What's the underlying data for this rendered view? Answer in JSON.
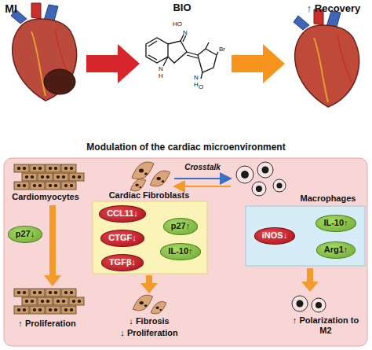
{
  "diagram": {
    "title": "Modulation of the cardiac microenvironment",
    "nodes": [
      {
        "text": [
          "p27↓"
        ]
      },
      {
        "text": [
          "CCL11↓"
        ]
      },
      {
        "text": [
          "p27↑"
        ]
      },
      {
        "text": [
          "CTGF↓"
        ]
      },
      {
        "text": [
          "IL-10↑"
        ]
      },
      {
        "text": [
          "TGFβ↓"
        ]
      },
      {
        "text": [
          "iNOS↓"
        ]
      },
      {
        "text": [
          "IL-10↑"
        ]
      },
      {
        "text": [
          "Arg1↑"
        ]
      }
    ],
    "labels": [
      "MI",
      "BIO",
      "HO",
      "N",
      "N",
      "H",
      "Br",
      "N",
      "H",
      "O",
      "↑ Recovery",
      "Cardiomyocytes",
      "↑ Proliferation",
      "Cardiac Fibroblasts",
      "Crosstalk",
      "↓ Fibrosis",
      "↓ Proliferation",
      "Macrophages",
      "↑ Polarization to M2"
    ]
  }
}
